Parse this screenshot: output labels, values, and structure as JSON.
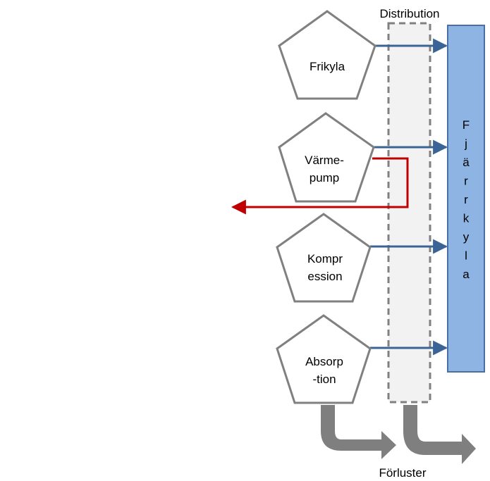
{
  "diagram": {
    "distribution_label": "Distribution",
    "losses_label": "Förluster",
    "target_label": "Fjärrkyla",
    "sources": [
      {
        "line1": "Frikyla",
        "line2": ""
      },
      {
        "line1": "Värme-",
        "line2": "pump"
      },
      {
        "line1": "Kompr",
        "line2": "ession"
      },
      {
        "line1": "Absorp",
        "line2": "-tion"
      }
    ]
  },
  "colors": {
    "pentagon_stroke": "#808080",
    "distribution_fill": "#f2f2f2",
    "distribution_stroke": "#808080",
    "target_fill": "#8eb4e3",
    "target_stroke": "#4a6fa5",
    "flow_arrow": "#3a6496",
    "heat_arrow": "#c00000",
    "loss_arrow": "#7f7f7f"
  }
}
